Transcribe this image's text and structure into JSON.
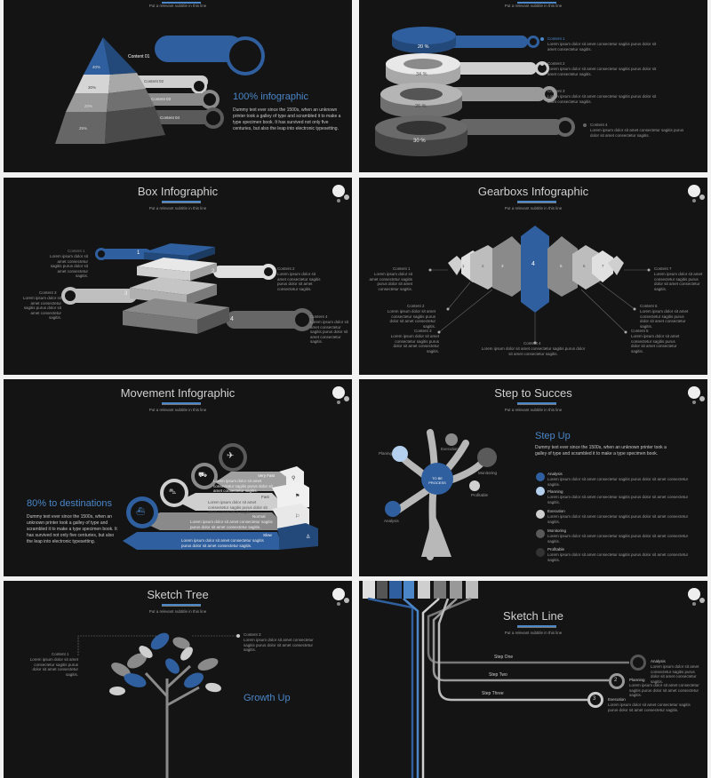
{
  "colors": {
    "accent": "#2f5f9e",
    "accent_light": "#4a86c8",
    "bg": "#141414",
    "grey_dark": "#5a5a5a",
    "grey_mid": "#8a8a8a",
    "grey_light": "#cfcfcf"
  },
  "common": {
    "subtitle": "Put a relevant subtitle in this line",
    "lorem": "Lorem ipsum dolor sit amet consectetur sagitis purus dolor sit amet consectetur sagitis.",
    "lorem_short": "Lorem ipsum dolor sit amet consectetur sagitis purus dolor sit amet consectetur sagitis."
  },
  "slide1": {
    "contents": [
      "Content 01",
      "Content 02",
      "Content 03",
      "Content 04"
    ],
    "percents": [
      "40%",
      "30%",
      "20%",
      "25%"
    ],
    "heading": "100% infographic",
    "body": "Dummy text ever since the 1500s, when an unknown printer took a galley of type and scrambled it to make a type specimen book. It has survived not only five centuries, but also the leap into electronic typesetting."
  },
  "slide2": {
    "percents": [
      "20 %",
      "34 %",
      "26 %",
      "30 %"
    ],
    "contents": [
      "Content 1",
      "Content 2",
      "Content 3",
      "Content 4"
    ]
  },
  "slide3": {
    "title": "Box Infographic",
    "numbers": [
      "1",
      "2",
      "3",
      "4"
    ],
    "contents": [
      "Content 1",
      "Content 2",
      "Content 3",
      "Content 4"
    ]
  },
  "slide4": {
    "title": "Gearboxs Infographic",
    "numbers": [
      "1",
      "2",
      "3",
      "4",
      "5",
      "6",
      "7"
    ],
    "contents": [
      "Content 1",
      "Content 2",
      "Content 3",
      "Content 4",
      "Content 5",
      "Content 6",
      "Content 7"
    ]
  },
  "slide5": {
    "title": "Movement Infographic",
    "heading": "80% to destinations",
    "body": "Dummy text ever since the 1500s, when an unknown printer took a galley of type and scrambled it to make a type specimen book. It has survived not only five centuries, but also the leap into electronic typesetting.",
    "speeds": [
      "Very Fast",
      "Fast",
      "Normal",
      "Slow"
    ]
  },
  "slide6": {
    "title": "Step to Succes",
    "heading": "Step Up",
    "body": "Dummy text ever since the 1500s, when an unknown printer took a galley of type and scrambled it to make a type specimen book.",
    "center": "TO BE PROCESS",
    "tree_labels": [
      "Planing",
      "Execution",
      "Monitoring",
      "Profitable",
      "Analysis"
    ],
    "steps": [
      "Analysis",
      "Planning",
      "Execution",
      "Monitoring",
      "Profitable"
    ]
  },
  "slide7": {
    "title": "Sketch Tree",
    "heading": "Growth Up",
    "contents": [
      "Content 1",
      "Content 3"
    ]
  },
  "slide8": {
    "title": "Sketch Line",
    "steps": [
      "Step One",
      "Step Two",
      "Step Three"
    ],
    "numbers": [
      "2",
      "3"
    ],
    "labels": [
      "Analysis",
      "Planning",
      "Execution"
    ]
  }
}
